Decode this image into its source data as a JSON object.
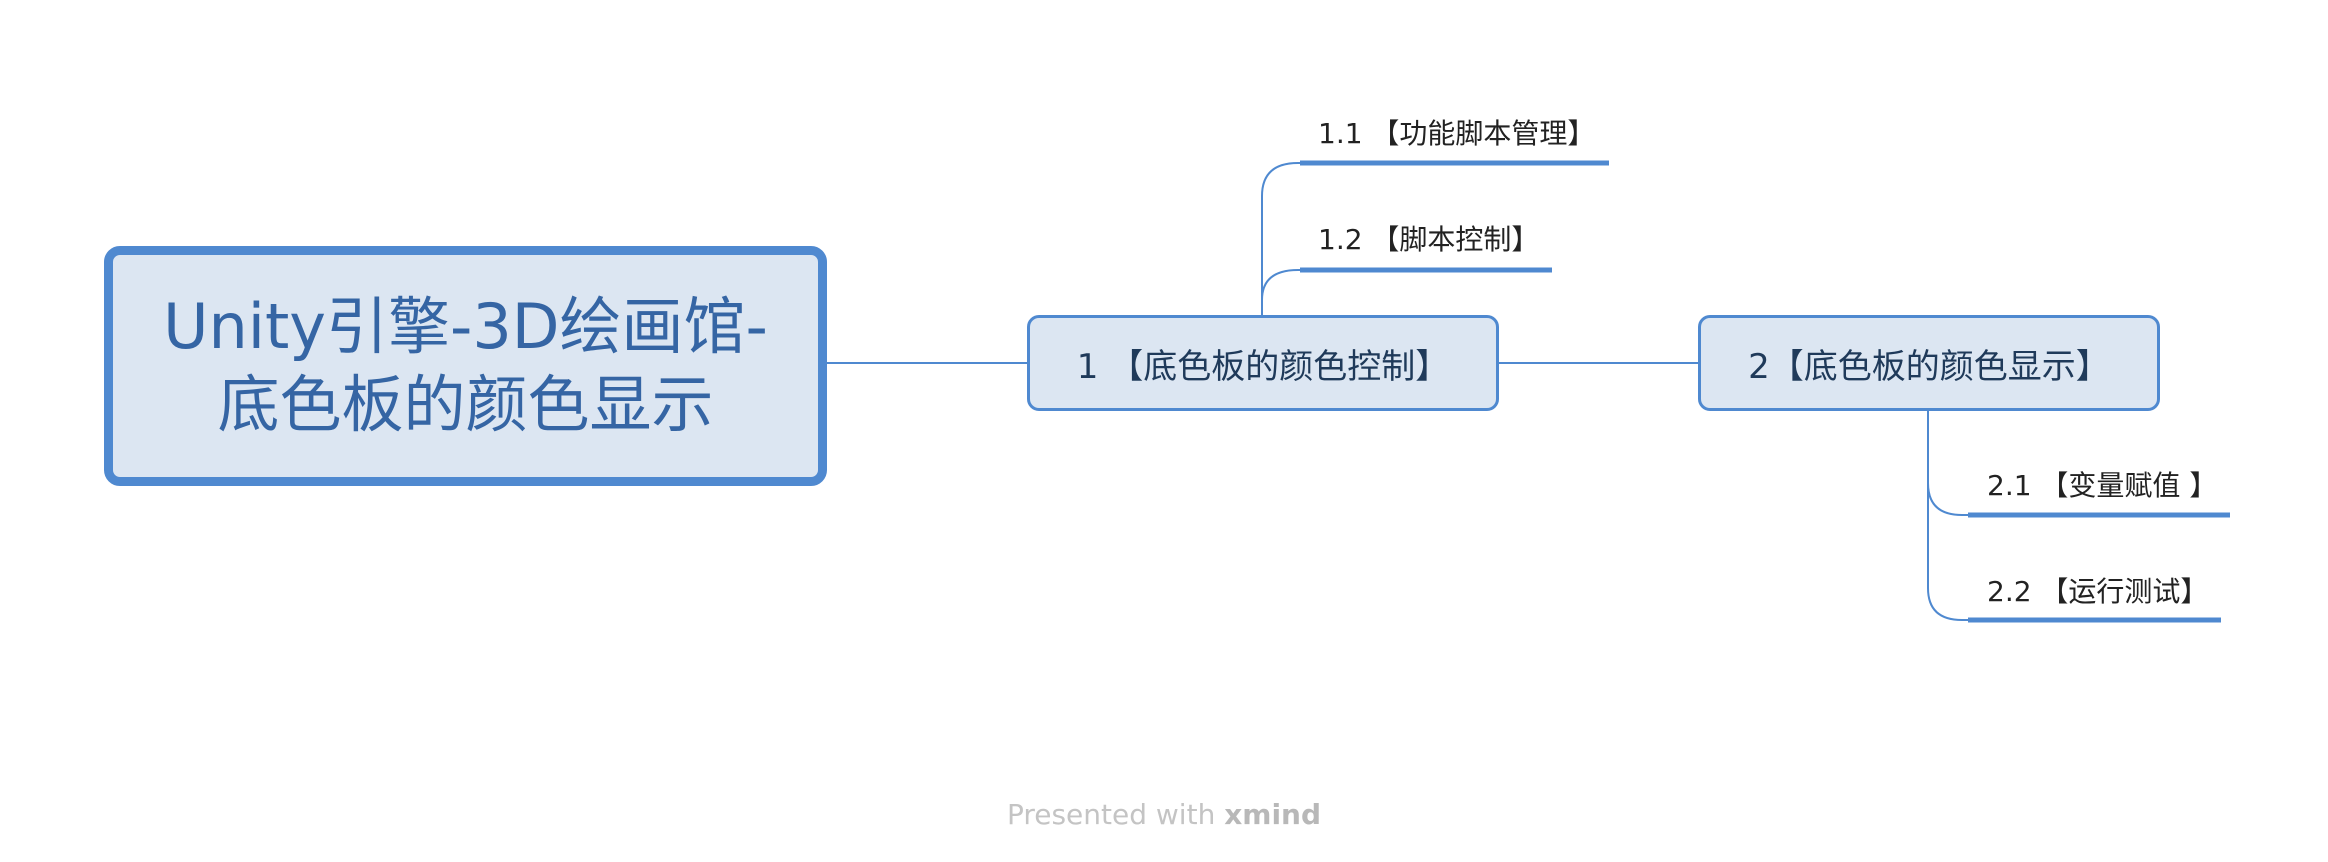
{
  "mindmap": {
    "central_topic": "Unity引擎-3D绘画馆-\n底色板的颜色显示",
    "topics": [
      {
        "label": "1 【底色板的颜色控制】",
        "subtopics": [
          "1.1 【功能脚本管理】",
          "1.2 【脚本控制】"
        ]
      },
      {
        "label": "2【底色板的颜色显示】",
        "subtopics": [
          "2.1 【变量赋值 】",
          "2.2 【运行测试】"
        ]
      }
    ]
  },
  "footer": {
    "prefix": "Presented with ",
    "brand": "xmind"
  },
  "colors": {
    "accent": "#4f89d0",
    "node_fill": "#dce6f2",
    "central_text": "#3565a4"
  }
}
